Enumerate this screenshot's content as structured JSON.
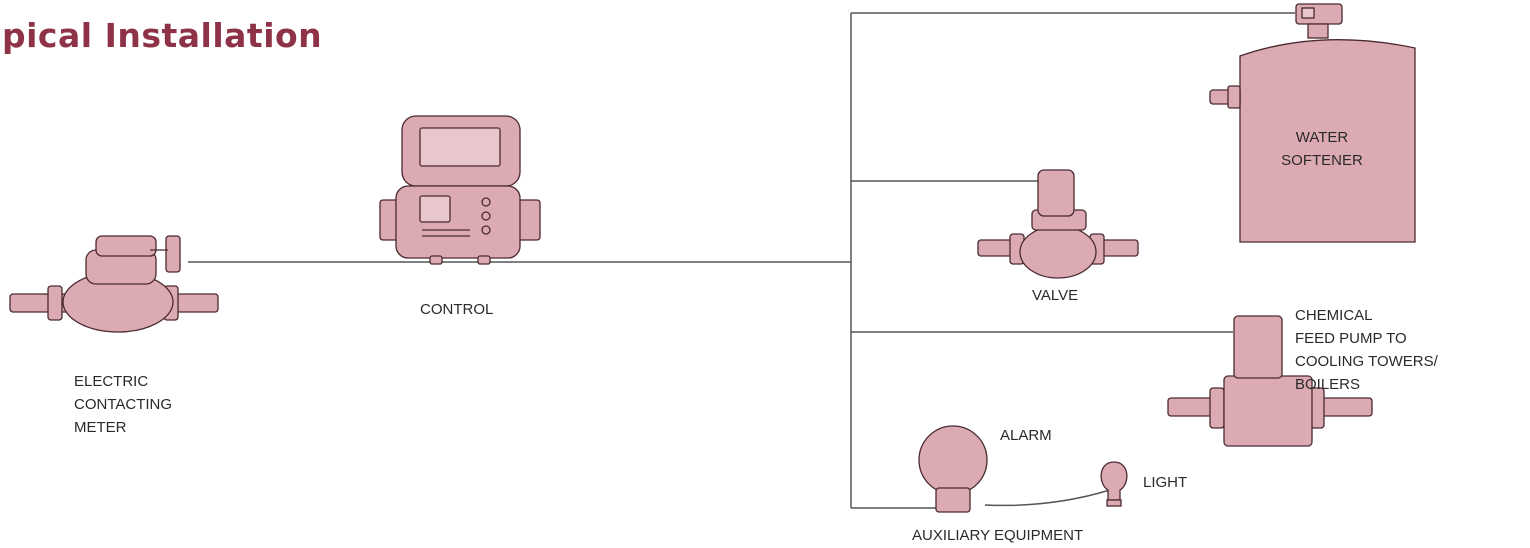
{
  "title": "pical  Installation",
  "labels": {
    "meter": [
      "ELECTRIC",
      "CONTACTING",
      "METER"
    ],
    "control": "CONTROL",
    "valve": "VALVE",
    "softener": [
      "WATER",
      "SOFTENER"
    ],
    "pump": [
      "CHEMICAL",
      "FEED PUMP TO",
      "COOLING TOWERS/",
      "BOILERS"
    ],
    "alarm": "ALARM",
    "light": "LIGHT",
    "auxiliary": "AUXILIARY EQUIPMENT"
  },
  "colors": {
    "title": "#8e3347",
    "device_fill": "#dcaab2",
    "device_stroke": "#4a2a30",
    "wire": "#555555"
  },
  "icons": [
    "water-meter-icon",
    "controller-icon",
    "valve-icon",
    "water-softener-icon",
    "feed-pump-icon",
    "alarm-bell-icon",
    "light-bulb-icon"
  ]
}
